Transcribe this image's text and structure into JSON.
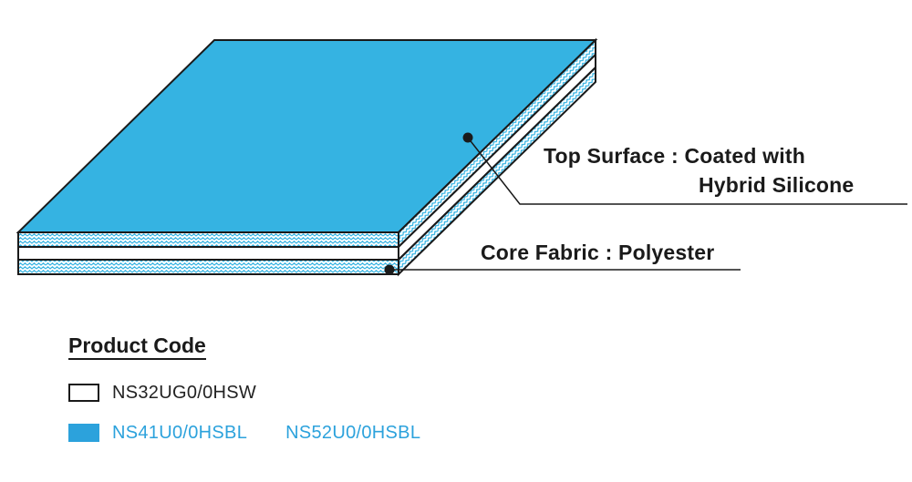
{
  "callouts": {
    "top_surface_line1": "Top Surface : Coated with",
    "top_surface_line2": "Hybrid Silicone",
    "core_fabric": "Core Fabric : Polyester"
  },
  "legend": {
    "title": "Product Code",
    "rows": [
      {
        "swatch_color": "#ffffff",
        "text_color": "#222222",
        "codes": [
          "NS32UG0/0HSW"
        ]
      },
      {
        "swatch_color": "#2ca2dc",
        "text_color": "#2ca2dc",
        "codes": [
          "NS41U0/0HSBL",
          "NS52U0/0HSBL"
        ]
      }
    ]
  },
  "colors": {
    "surface": "#35b3e2",
    "outline": "#1a1a1a",
    "fabric_zigzag": "#35b3e2",
    "leader_line": "#1a1a1a"
  }
}
